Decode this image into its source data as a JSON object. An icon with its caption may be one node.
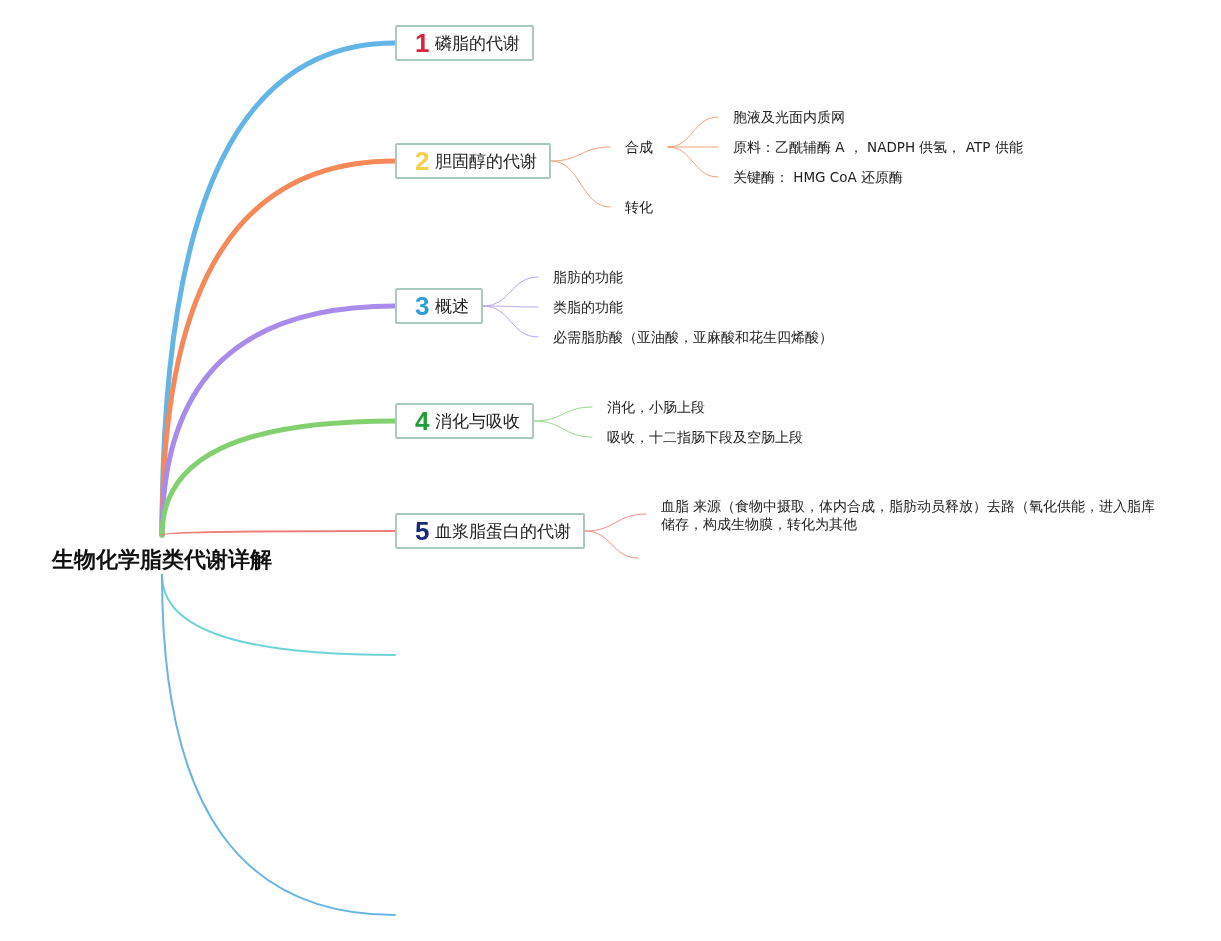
{
  "diagram": {
    "nodes": [
      {
        "text": [
          "生物化学脂类代谢详解"
        ]
      },
      {
        "text": [
          "1",
          "磷脂的代谢"
        ]
      },
      {
        "text": [
          "2",
          "胆固醇的代谢"
        ]
      },
      {
        "text": [
          "合成"
        ]
      },
      {
        "text": [
          "胞液及光面内质网"
        ]
      },
      {
        "text": [
          "原料：乙酰辅酶 A ， NADPH 供氢， ATP 供能"
        ]
      },
      {
        "text": [
          "关键酶： HMG CoA 还原酶"
        ]
      },
      {
        "text": [
          "转化"
        ]
      },
      {
        "text": [
          "3",
          "概述"
        ]
      },
      {
        "text": [
          "脂肪的功能"
        ]
      },
      {
        "text": [
          "类脂的功能"
        ]
      },
      {
        "text": [
          "必需脂肪酸（亚油酸，亚麻酸和花生四烯酸）"
        ]
      },
      {
        "text": [
          "4",
          "消化与吸收"
        ]
      },
      {
        "text": [
          "消化，小肠上段"
        ]
      },
      {
        "text": [
          "吸收，十二指肠下段及空肠上段"
        ]
      },
      {
        "text": [
          "5",
          "血浆脂蛋白的代谢"
        ]
      },
      {
        "text": [
          "血脂 来源（食物中摄取，体内合成，脂肪动员释放）去路（氧化供能，进入脂库储存，构成生物膜，转化为其他"
        ]
      }
    ],
    "edges": [
      {
        "from": 0,
        "to": 1,
        "arrow": "none",
        "style": "thick",
        "color": "#62b5e5"
      },
      {
        "from": 0,
        "to": 2,
        "arrow": "none",
        "style": "thick",
        "color": "#f5895a"
      },
      {
        "from": 0,
        "to": 8,
        "arrow": "none",
        "style": "thick",
        "color": "#a98be9"
      },
      {
        "from": 0,
        "to": 12,
        "arrow": "none",
        "style": "thick",
        "color": "#83d070"
      },
      {
        "from": 0,
        "to": 15,
        "arrow": "none",
        "color": "#f07d78"
      },
      {
        "from": 0,
        "to": null,
        "arrow": "none",
        "color": "#6dd3d6"
      },
      {
        "from": 0,
        "to": null,
        "arrow": "none",
        "color": "#68b4e2"
      },
      {
        "from": 2,
        "to": 3,
        "arrow": "none",
        "color": "#f5a27a"
      },
      {
        "from": 2,
        "to": 7,
        "arrow": "none",
        "color": "#f5a27a"
      },
      {
        "from": 3,
        "to": 4,
        "arrow": "none",
        "color": "#f5a27a"
      },
      {
        "from": 3,
        "to": 5,
        "arrow": "none",
        "color": "#f5a27a"
      },
      {
        "from": 3,
        "to": 6,
        "arrow": "none",
        "color": "#f5a27a"
      },
      {
        "from": 8,
        "to": 9,
        "arrow": "none",
        "color": "#b7a6ec"
      },
      {
        "from": 8,
        "to": 10,
        "arrow": "none",
        "color": "#b7a6ec"
      },
      {
        "from": 8,
        "to": 11,
        "arrow": "none",
        "color": "#b7a6ec"
      },
      {
        "from": 12,
        "to": 13,
        "arrow": "none",
        "color": "#9bd68c"
      },
      {
        "from": 12,
        "to": 14,
        "arrow": "none",
        "color": "#9bd68c"
      },
      {
        "from": 15,
        "to": 16,
        "arrow": "none",
        "color": "#f08e89"
      },
      {
        "from": 15,
        "to": null,
        "arrow": "none",
        "color": "#f08e89"
      }
    ]
  }
}
